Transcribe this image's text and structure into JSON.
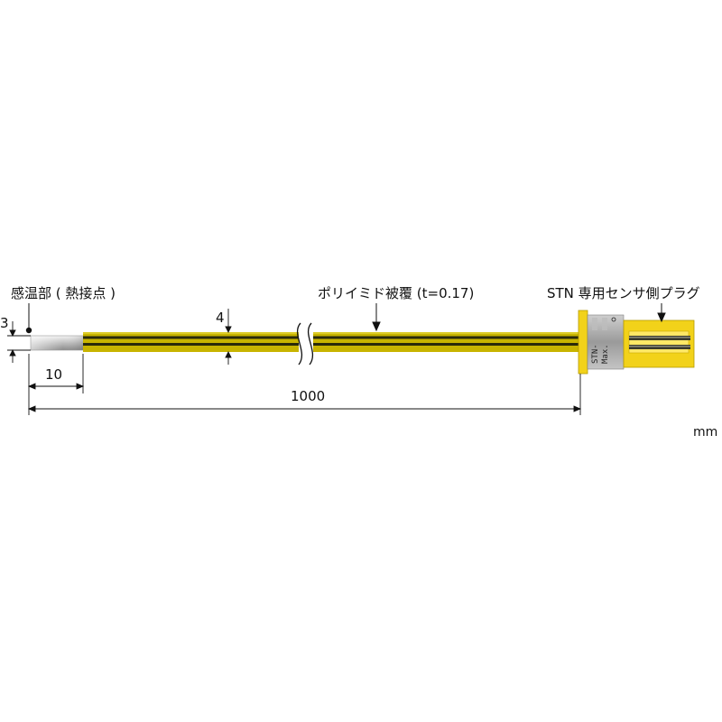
{
  "labels": {
    "sensor": "感温部 ( 熱接点 )",
    "coating": "ポリイミド被覆 (t=0.17)",
    "plug": "STN 専用センサ側プラグ"
  },
  "dimensions": {
    "tip_diameter": "3",
    "ribbon_width": "4",
    "tip_length": "10",
    "total_length": "1000"
  },
  "plug_marking": {
    "line1": "STN-",
    "line2": "Max."
  },
  "unit": "mm",
  "colors": {
    "ribbon": "#c8b400",
    "stripe": "#2a2a0a",
    "plug": "#f2d21a",
    "collar": "#a8a8a8",
    "tip": "#cfcfcf"
  }
}
